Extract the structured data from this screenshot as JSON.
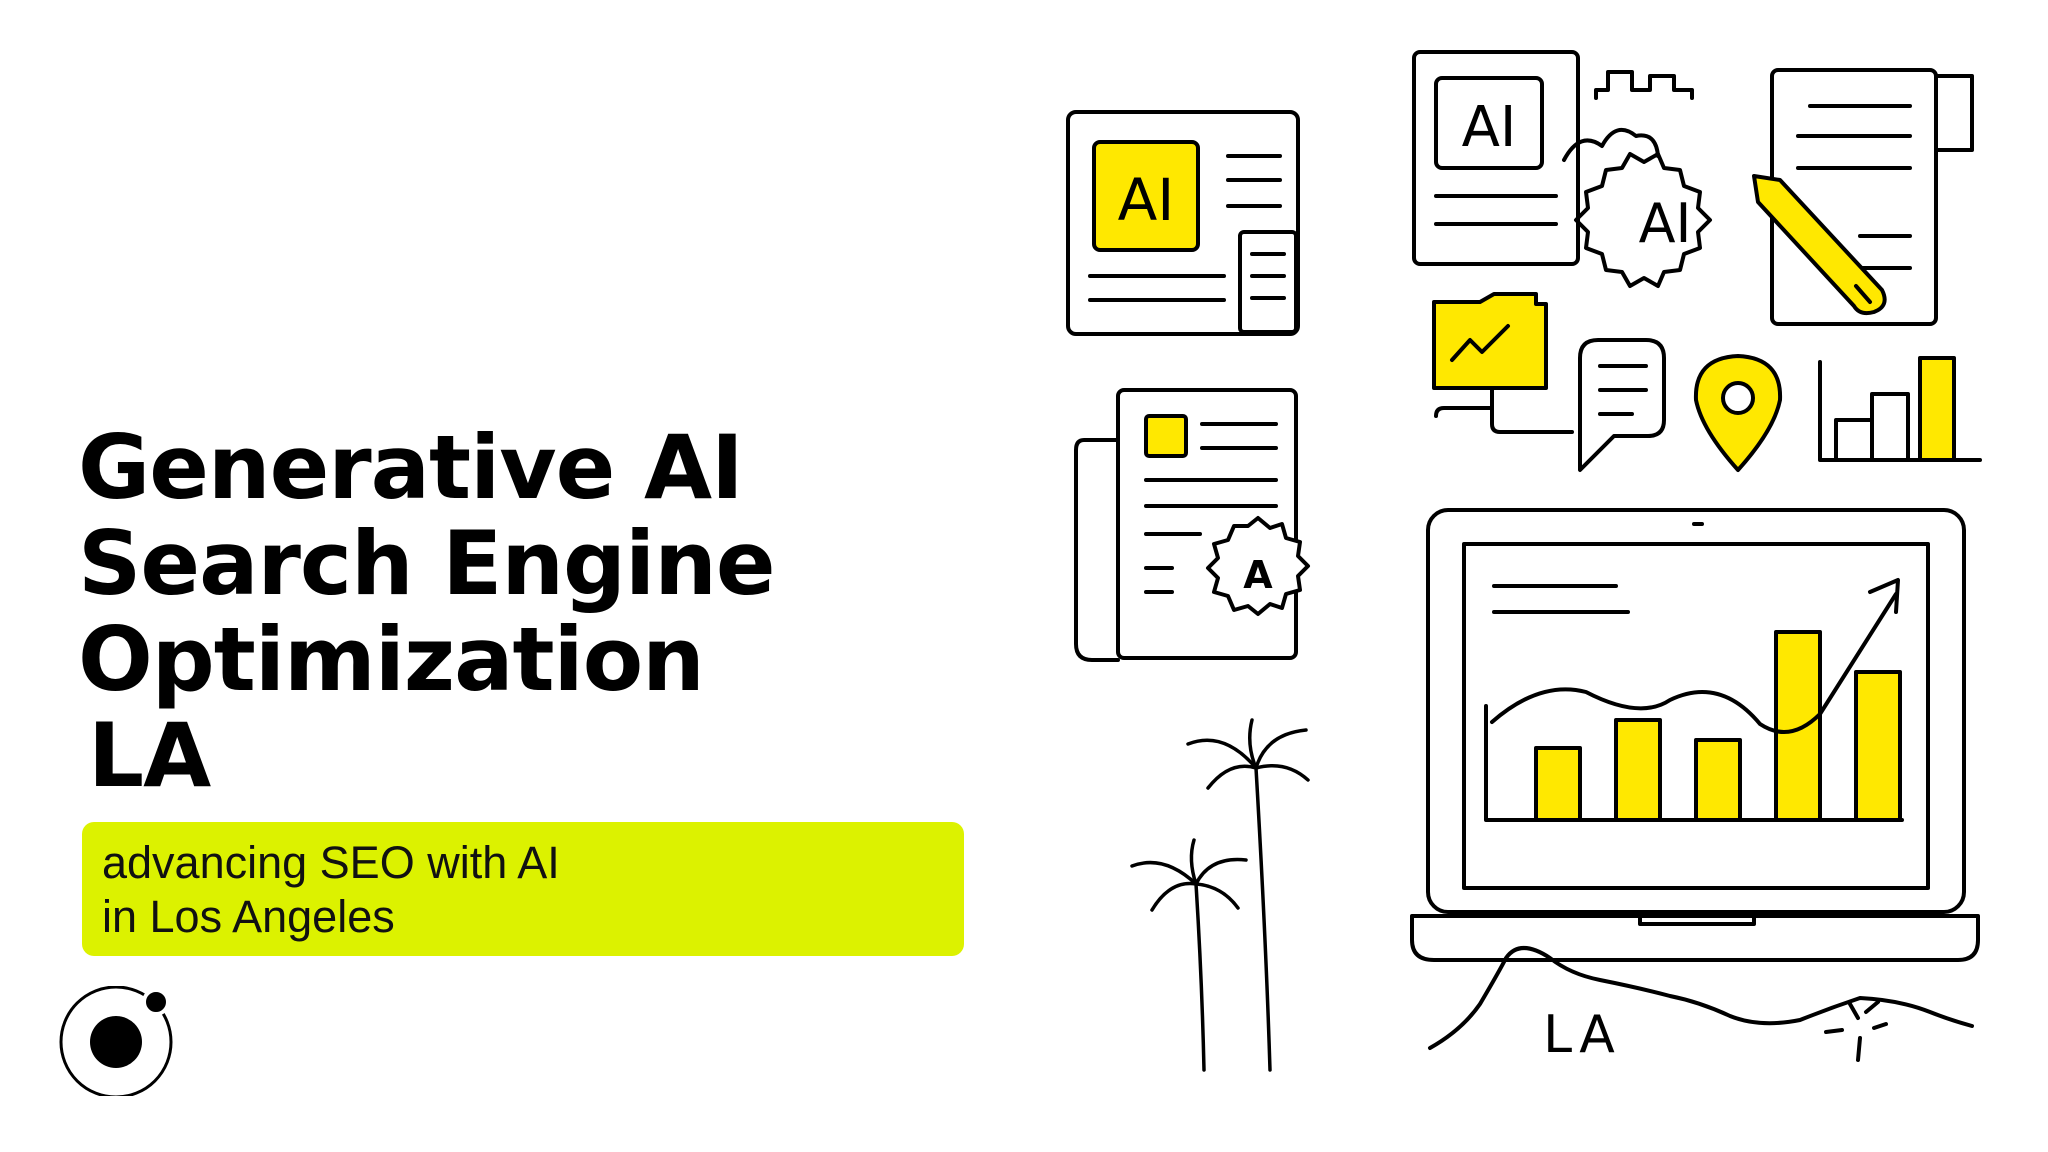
{
  "title": {
    "line1": "Generative AI",
    "line2": "Search Engine",
    "line3": "Optimization",
    "line4": "LA"
  },
  "subtitle": {
    "line1": "advancing SEO with AI",
    "line2": "in Los Angeles"
  },
  "illustration": {
    "ai_label_article": "AI",
    "ai_label_document": "AI",
    "ai_label_gear": "AI",
    "gear_letter": "A",
    "la_label": "LA"
  },
  "colors": {
    "accent_yellow": "#ffe800",
    "subtitle_bg": "#dcf200",
    "ink": "#000000",
    "background": "#ffffff"
  }
}
